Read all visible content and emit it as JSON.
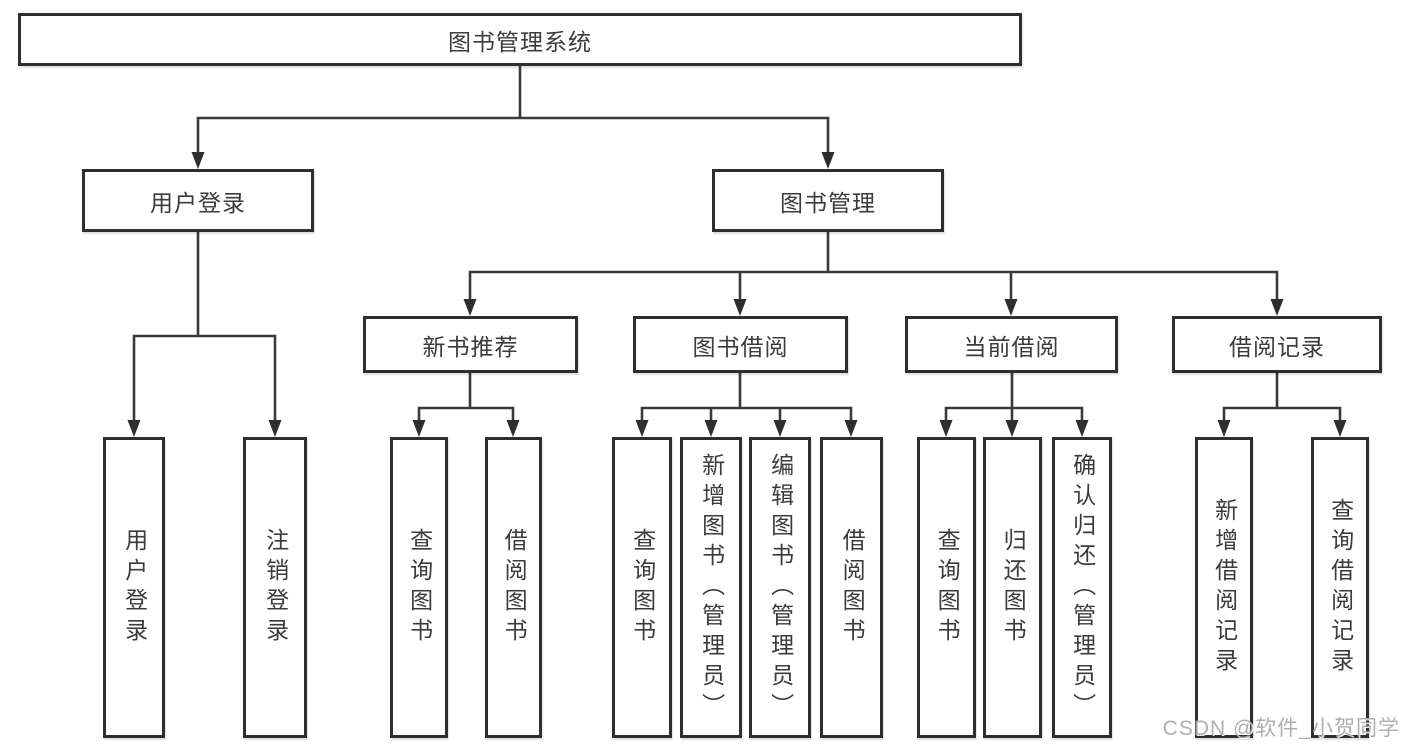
{
  "diagram": {
    "type": "hierarchy",
    "root": {
      "label": "图书管理系统"
    },
    "branches": [
      {
        "label": "用户登录",
        "children": [
          {
            "label": "用户登录"
          },
          {
            "label": "注销登录"
          }
        ]
      },
      {
        "label": "图书管理",
        "children": [
          {
            "label": "新书推荐",
            "children": [
              {
                "label": "查询图书"
              },
              {
                "label": "借阅图书"
              }
            ]
          },
          {
            "label": "图书借阅",
            "children": [
              {
                "label": "查询图书"
              },
              {
                "label": "新增图书（管理员）"
              },
              {
                "label": "编辑图书（管理员）"
              },
              {
                "label": "借阅图书"
              }
            ]
          },
          {
            "label": "当前借阅",
            "children": [
              {
                "label": "查询图书"
              },
              {
                "label": "归还图书"
              },
              {
                "label": "确认归还（管理员）"
              }
            ]
          },
          {
            "label": "借阅记录",
            "children": [
              {
                "label": "新增借阅记录"
              },
              {
                "label": "查询借阅记录"
              }
            ]
          }
        ]
      }
    ]
  },
  "watermark": {
    "text": "CSDN @软件_小贺同学",
    "color": "#a8a8a8"
  },
  "colors": {
    "background": "#ffffff",
    "line": "#3a3a3a",
    "box_border": "#2e2e2e",
    "text": "#3b3b3b"
  }
}
